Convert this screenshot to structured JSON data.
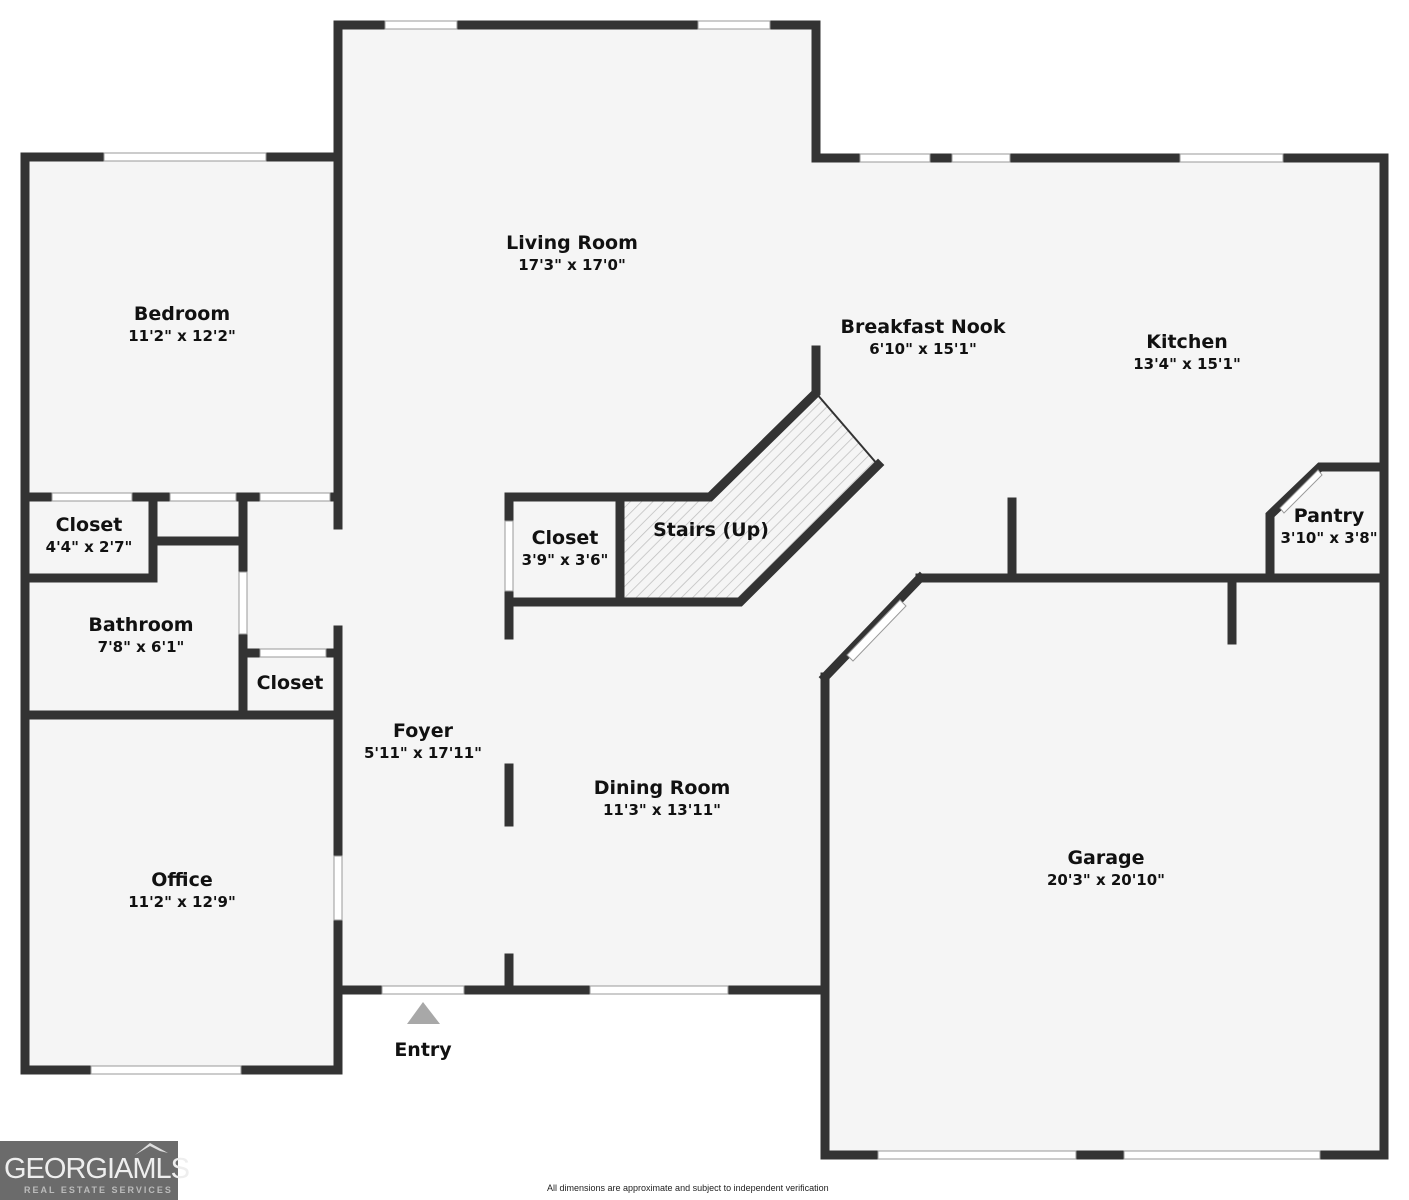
{
  "rooms": [
    {
      "name": "Living Room",
      "dims": "17'3\" x 17'0\""
    },
    {
      "name": "Bedroom",
      "dims": "11'2\" x 12'2\""
    },
    {
      "name": "Breakfast Nook",
      "dims": "6'10\" x 15'1\""
    },
    {
      "name": "Kitchen",
      "dims": "13'4\" x 15'1\""
    },
    {
      "name": "Closet",
      "dims": "4'4\" x 2'7\""
    },
    {
      "name": "Closet",
      "dims": "3'9\" x 3'6\""
    },
    {
      "name": "Stairs (Up)",
      "dims": ""
    },
    {
      "name": "Pantry",
      "dims": "3'10\" x 3'8\""
    },
    {
      "name": "Bathroom",
      "dims": "7'8\" x 6'1\""
    },
    {
      "name": "Closet",
      "dims": ""
    },
    {
      "name": "Foyer",
      "dims": "5'11\" x 17'11\""
    },
    {
      "name": "Dining Room",
      "dims": "11'3\" x 13'11\""
    },
    {
      "name": "Garage",
      "dims": "20'3\" x 20'10\""
    },
    {
      "name": "Office",
      "dims": "11'2\" x 12'9\""
    },
    {
      "name": "Entry",
      "dims": ""
    }
  ],
  "footer": "All dimensions are approximate and subject to independent verification",
  "logo": {
    "title": "GEORGIAMLS",
    "subtitle": "REAL ESTATE SERVICES"
  },
  "colors": {
    "wall": "#333333",
    "floor": "#f5f5f5",
    "stairs_hatch": "#bdbdbd",
    "entry_arrow": "#a8a8a8"
  }
}
